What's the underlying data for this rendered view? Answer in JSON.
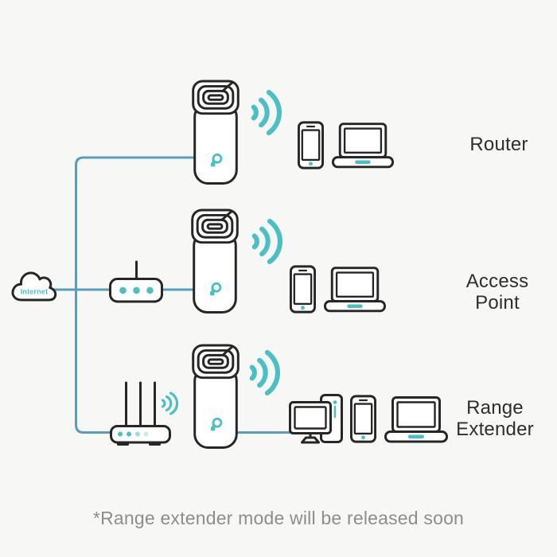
{
  "rows": [
    {
      "key": "router",
      "label": "Router"
    },
    {
      "key": "access-point",
      "label": "Access Point"
    },
    {
      "key": "range-extender",
      "label": "Range Extender"
    }
  ],
  "cloud": {
    "label": "Internet"
  },
  "footnote": "*Range extender mode will be released soon",
  "colors": {
    "teal": "#49BFC6",
    "connector": "#5B9CBC",
    "outline": "#262626",
    "label": "#2E2E2E",
    "note": "#8D8D8D",
    "bg": "#F7F7F6"
  },
  "icons": {
    "deco-device-icon": "tp-link-deco-unit-with-spiral-top",
    "tp-link-logo-icon": "teal-tp-logomark",
    "wifi-waves-icon": "three-teal-arcs-pointing-right",
    "smartphone-icon": "phone-outline-with-teal-home-dot",
    "laptop-icon": "laptop-outline-with-teal-pad",
    "internet-cloud-icon": "cloud-outline",
    "modem-icon": "modem-with-antenna-and-three-teal-dots",
    "wireless-router-icon": "router-with-three-antennas-and-small-wifi",
    "desktop-computer-icon": "monitor-with-tower",
    "connection-lines": "blue-ethernet-connector-lines"
  }
}
